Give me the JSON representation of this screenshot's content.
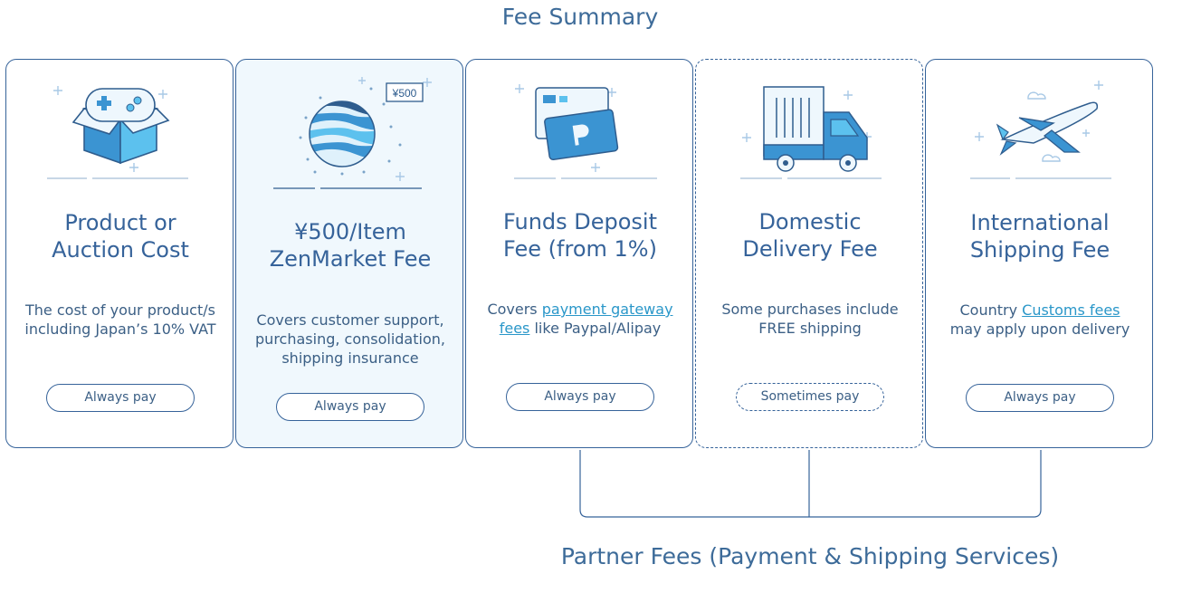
{
  "page": {
    "title": "Fee Summary",
    "partner_label": "Partner Fees (Payment & Shipping Services)"
  },
  "colors": {
    "primary": "#36639a",
    "accent_blue": "#3b94d2",
    "light_blue": "#5cc1ee",
    "link": "#2a97c9",
    "highlight_bg": "#f0f8fd"
  },
  "cards": [
    {
      "icon": "game-box-icon",
      "title_lines": [
        "Product or",
        "Auction Cost"
      ],
      "desc_lines": [
        "The cost of your product/s",
        "including Japan’s 10% VAT"
      ],
      "button": "Always pay"
    },
    {
      "icon": "globe-yen-icon",
      "badge": "¥500",
      "title_lines": [
        "¥500/Item",
        "ZenMarket Fee"
      ],
      "desc_lines": [
        "Covers customer support,",
        "purchasing, consolidation,",
        "shipping insurance"
      ],
      "button": "Always pay"
    },
    {
      "icon": "payment-card-icon",
      "title_lines": [
        "Funds Deposit",
        "Fee (from 1%)"
      ],
      "desc": {
        "pre": "Covers ",
        "link_a": "payment gateway",
        "link_b": "fees",
        "post": " like Paypal/Alipay"
      },
      "button": "Always pay"
    },
    {
      "icon": "delivery-truck-icon",
      "title_lines": [
        "Domestic",
        "Delivery Fee"
      ],
      "desc_lines": [
        "Some purchases include",
        "FREE shipping"
      ],
      "button": "Sometimes pay"
    },
    {
      "icon": "airplane-icon",
      "title_lines": [
        "International",
        "Shipping Fee"
      ],
      "desc": {
        "pre": "Country ",
        "link": "Customs fees",
        "line2": "may apply upon delivery"
      },
      "button": "Always pay"
    }
  ]
}
